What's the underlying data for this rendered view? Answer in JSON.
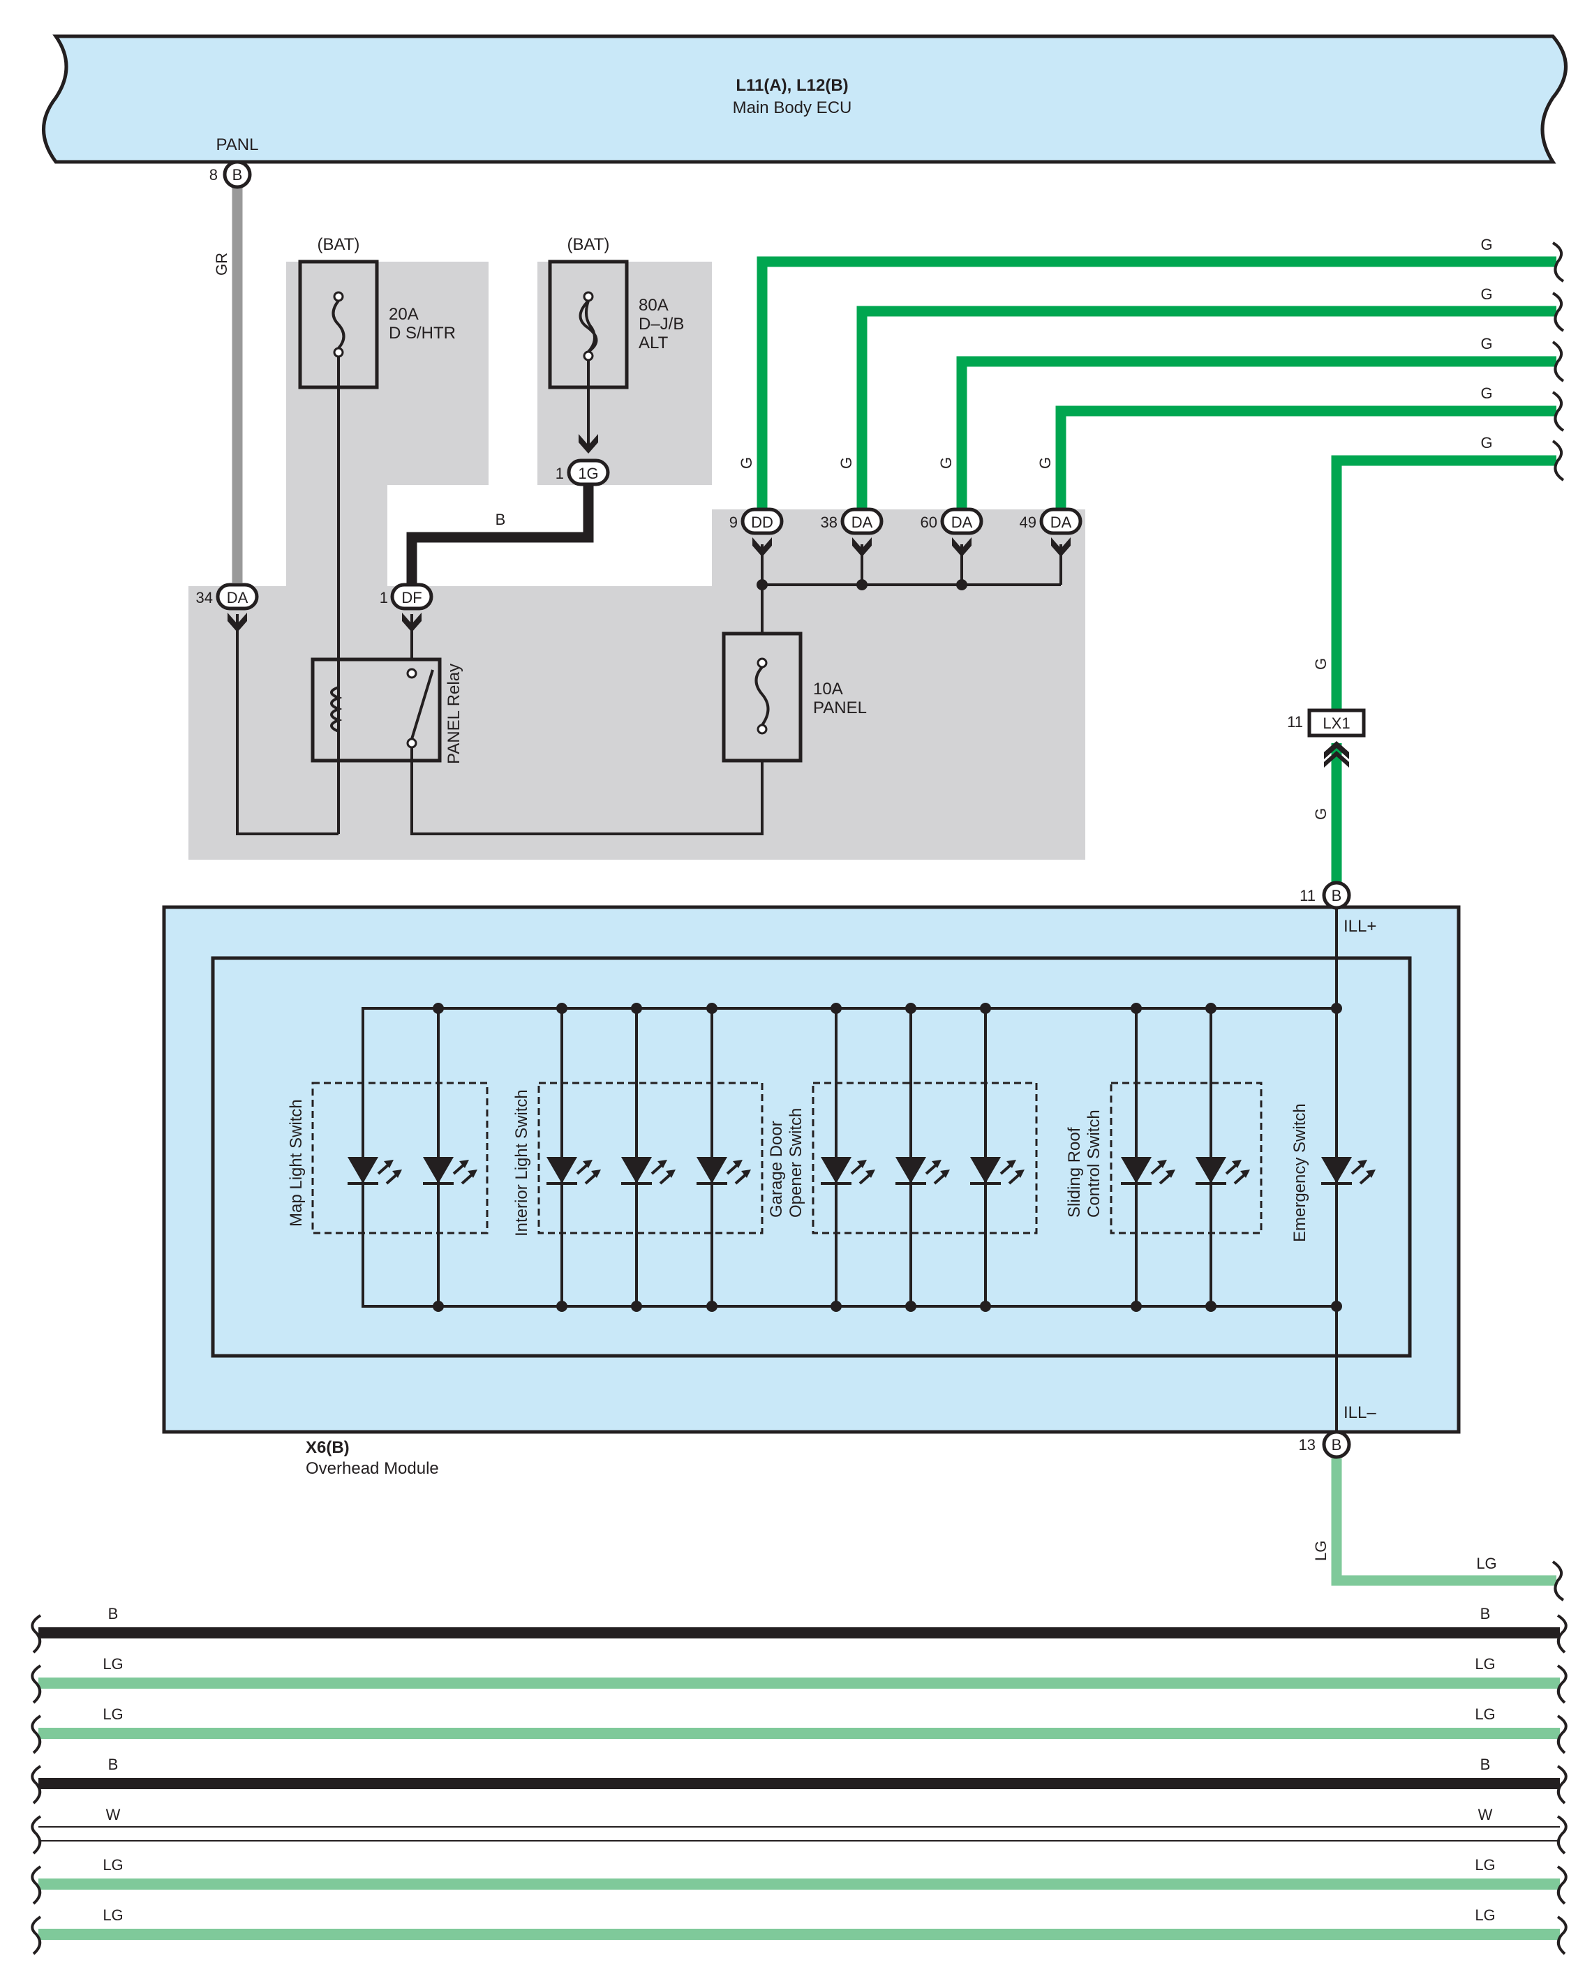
{
  "ecu": {
    "code": "L11(A), L12(B)",
    "name": "Main Body ECU",
    "terminal_label": "PANL",
    "pin": "8",
    "connector": "B"
  },
  "fuses": {
    "dshtr": {
      "supply": "(BAT)",
      "rating": "20A",
      "name": "D S/HTR"
    },
    "alt": {
      "supply": "(BAT)",
      "rating": "80A",
      "line2": "D–J/B",
      "line3": "ALT"
    },
    "panel": {
      "rating": "10A",
      "name": "PANEL"
    }
  },
  "relay": {
    "name": "PANEL Relay"
  },
  "connectors": {
    "da34": {
      "pin": "34",
      "code": "DA"
    },
    "df1": {
      "pin": "1",
      "code": "DF"
    },
    "g1": {
      "pin": "1",
      "code": "1G"
    },
    "dd9": {
      "pin": "9",
      "code": "DD"
    },
    "da38": {
      "pin": "38",
      "code": "DA"
    },
    "da60": {
      "pin": "60",
      "code": "DA"
    },
    "da49": {
      "pin": "49",
      "code": "DA"
    },
    "lx1": {
      "pin": "11",
      "code": "LX1"
    },
    "b11": {
      "pin": "11",
      "code": "B",
      "label": "ILL+"
    },
    "b13": {
      "pin": "13",
      "code": "B",
      "label": "ILL–"
    }
  },
  "wires": {
    "gr": "GR",
    "b": "B",
    "g": "G",
    "lg": "LG",
    "w": "W"
  },
  "module": {
    "code": "X6(B)",
    "name": "Overhead Module"
  },
  "switches": {
    "map": "Map Light Switch",
    "interior": "Interior Light Switch",
    "garage1": "Garage Door",
    "garage2": "Opener Switch",
    "roof1": "Sliding Roof",
    "roof2": "Control Switch",
    "emergency": "Emergency Switch"
  },
  "colors": {
    "ecu_fill": "#c9e8f8",
    "gray_zone": "#d3d3d5",
    "green": "#00a650",
    "light_green": "#7fc99a",
    "gray_wire": "#999999",
    "black": "#231f20"
  }
}
